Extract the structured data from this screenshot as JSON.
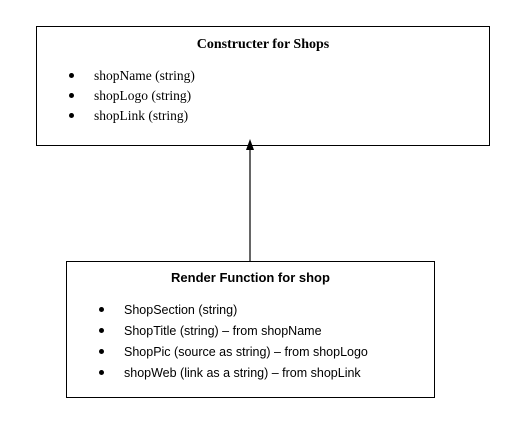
{
  "constructor_box": {
    "title": "Constructer for Shops",
    "items": [
      "shopName (string)",
      "shopLogo (string)",
      "shopLink (string)"
    ]
  },
  "render_box": {
    "title": "Render Function for shop",
    "items": [
      "ShopSection (string)",
      "ShopTitle (string) – from shopName",
      "ShopPic (source as string) – from shopLogo",
      "shopWeb (link as a string) – from shopLink"
    ]
  },
  "connector": {
    "from": "render_box",
    "to": "constructor_box",
    "style": "arrow"
  }
}
